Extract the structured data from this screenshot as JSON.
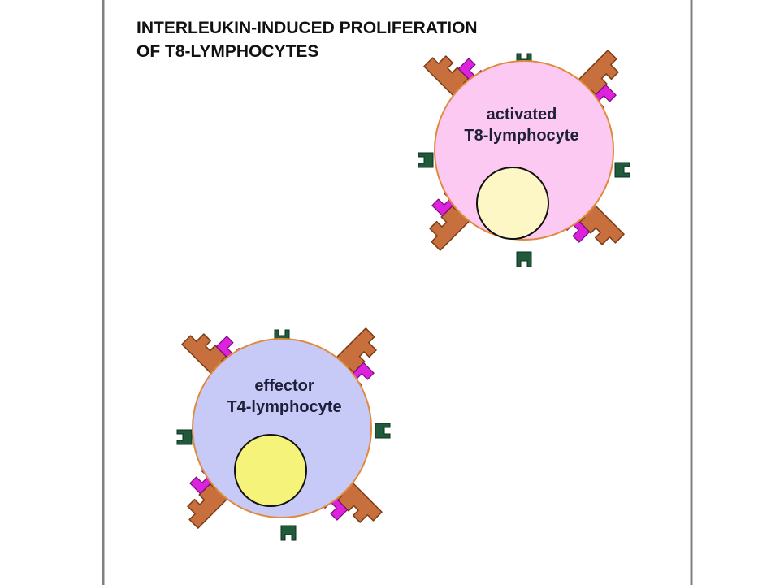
{
  "title": {
    "line1": "INTERLEUKIN-INDUCED PROLIFERATION",
    "line2": "OF T8-LYMPHOCYTES"
  },
  "cells": {
    "t8": {
      "label_line1": "activated",
      "label_line2": "T8-lymphocyte",
      "fill": "#fbc9f2",
      "nucleus_fill": "#fdf6c5"
    },
    "t4": {
      "label_line1": "effector",
      "label_line2": "T4-lymphocyte",
      "fill": "#c7c9f7",
      "nucleus_fill": "#f5f37a"
    }
  },
  "colors": {
    "frame": "#808080",
    "membrane": "#e08a3c",
    "receptor": "#c8703d",
    "receptor_stroke": "#7a3b16",
    "binding": "#dd22dd",
    "binding_stroke": "#7a0a7a",
    "marker": "#1f5a3a"
  }
}
